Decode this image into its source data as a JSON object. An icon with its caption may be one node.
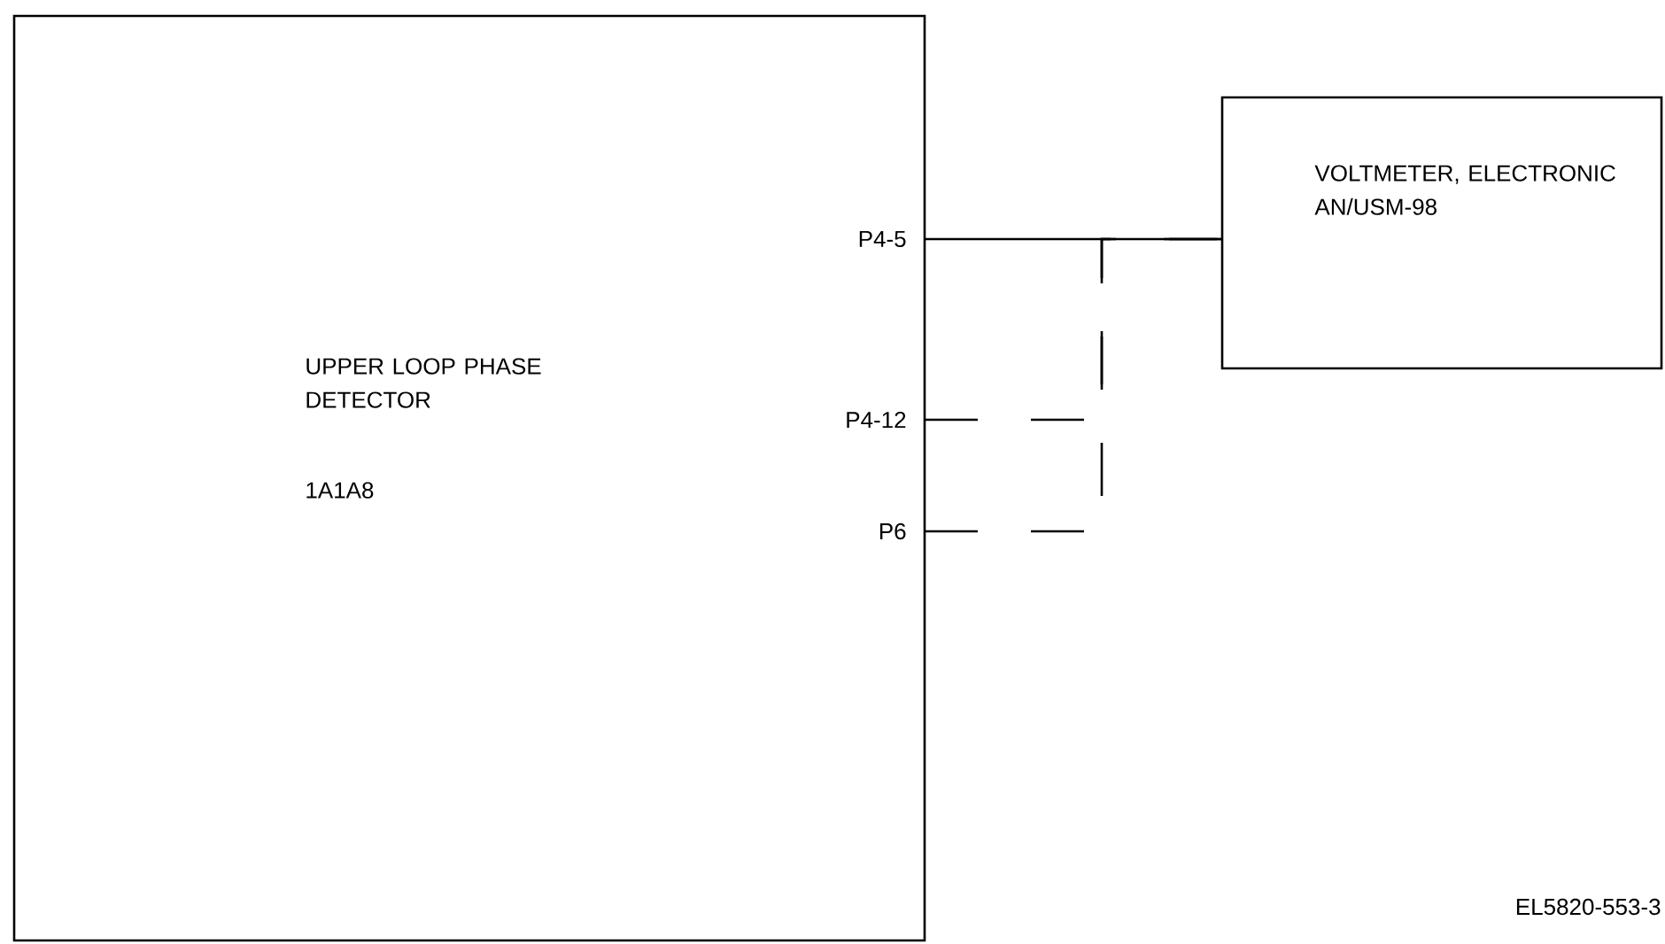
{
  "diagram": {
    "nodes": [
      {
        "text": [
          "UPPER LOOP PHASE DETECTOR",
          "1A1A8"
        ]
      },
      {
        "text": [
          "VOLTMETER, ELECTRONIC AN/USM-98"
        ]
      }
    ],
    "edges": [
      {
        "from": 0,
        "to": 1,
        "arrow": "none"
      },
      {
        "from": 0,
        "to": 1,
        "arrow": "none",
        "style": "dashed"
      },
      {
        "from": 0,
        "to": 1,
        "arrow": "none",
        "style": "dashed"
      }
    ],
    "labels": [
      "P4-5",
      "P4-12",
      "P6",
      "EL5820-553-3"
    ]
  }
}
